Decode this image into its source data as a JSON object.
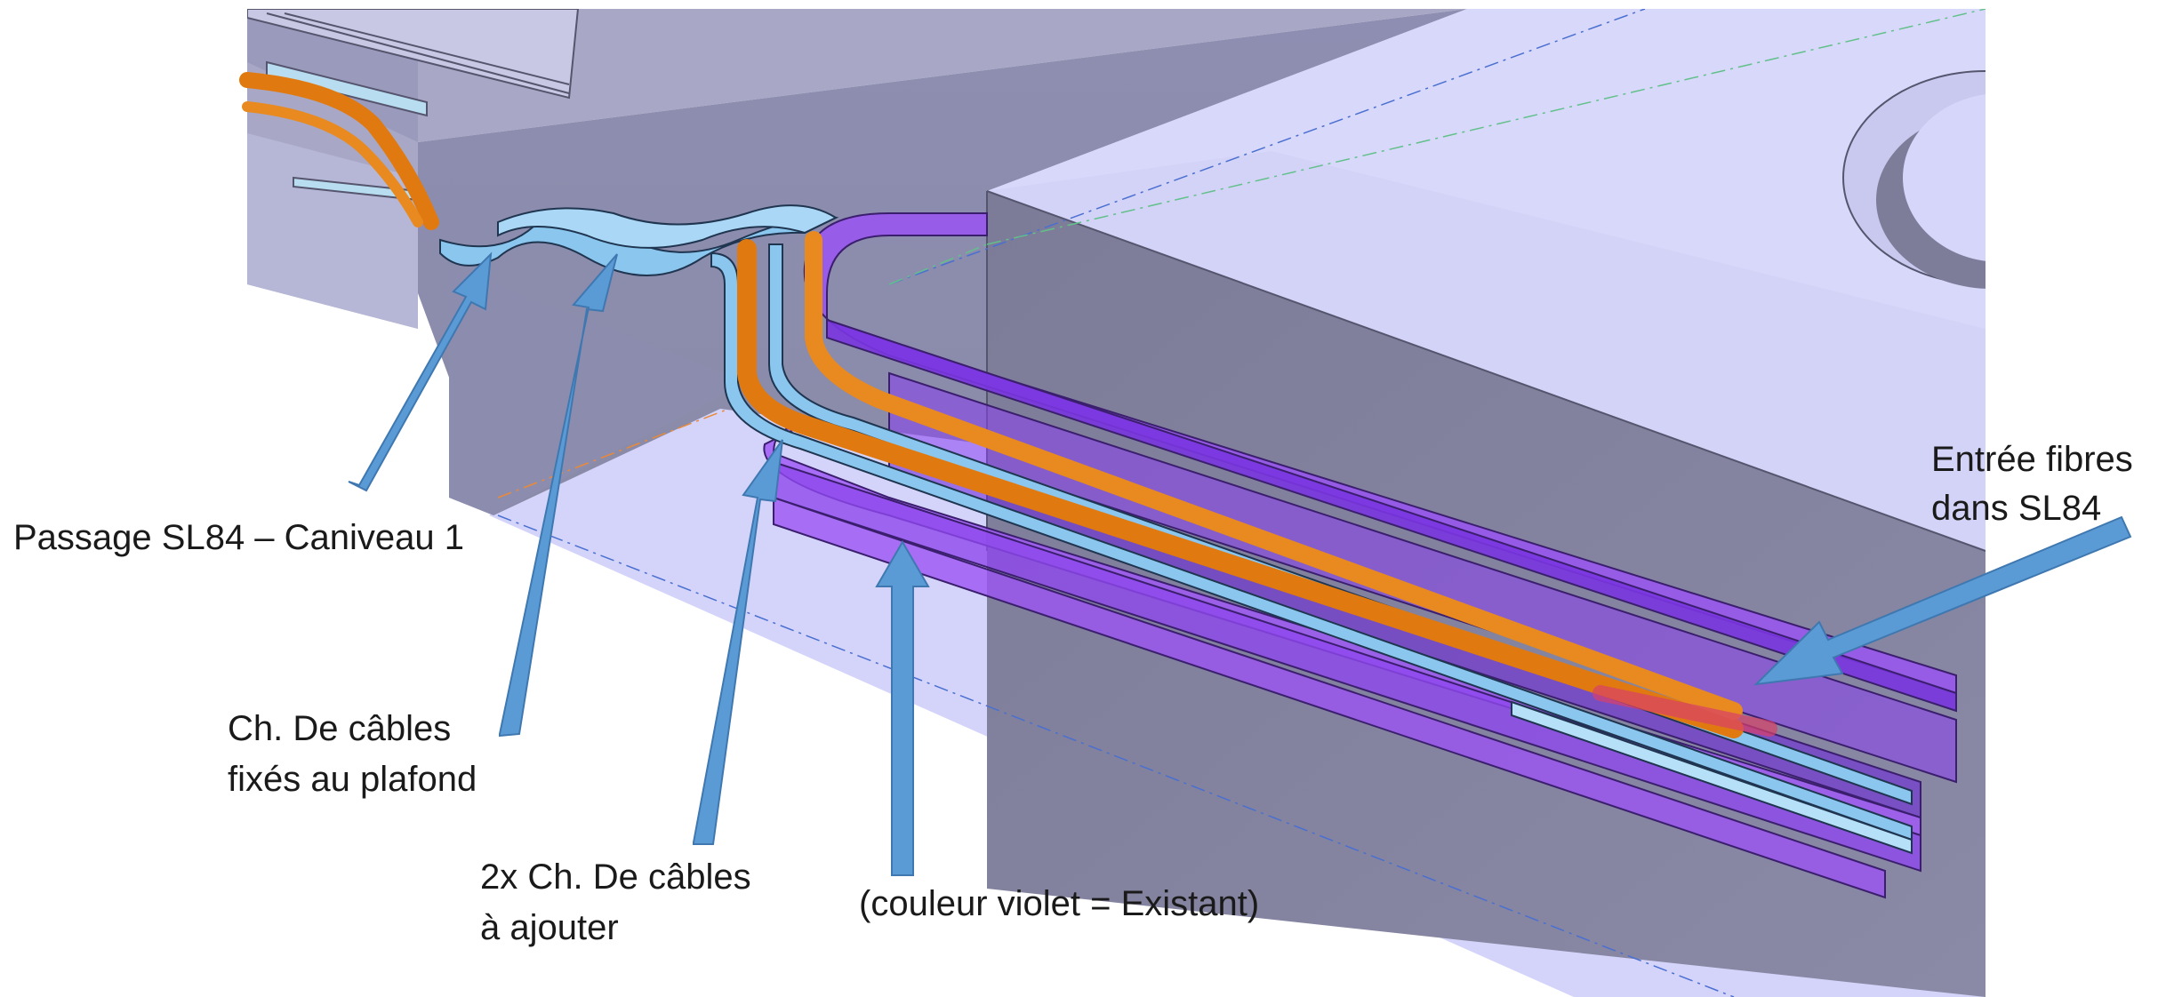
{
  "labels": {
    "passage": "Passage SL84 – Caniveau 1",
    "plafond_line1": "Ch. De câbles",
    "plafond_line2": "fixés au plafond",
    "ajouter_line1": "2x Ch. De câbles",
    "ajouter_line2": "à ajouter",
    "existant": "(couleur violet = Existant)",
    "entree_line1": "Entrée fibres",
    "entree_line2": "dans SL84"
  },
  "colors": {
    "background": "#ffffff",
    "floor": "#d6d6fb",
    "wall_dark": "#8a8ab0",
    "wall_mid": "#7b7b98",
    "existing_tray": "#8a3ff0",
    "new_tray": "#8ac6ee",
    "cable": "#e07a10",
    "arrow": "#5b9bd5",
    "text": "#1a1a1a"
  }
}
